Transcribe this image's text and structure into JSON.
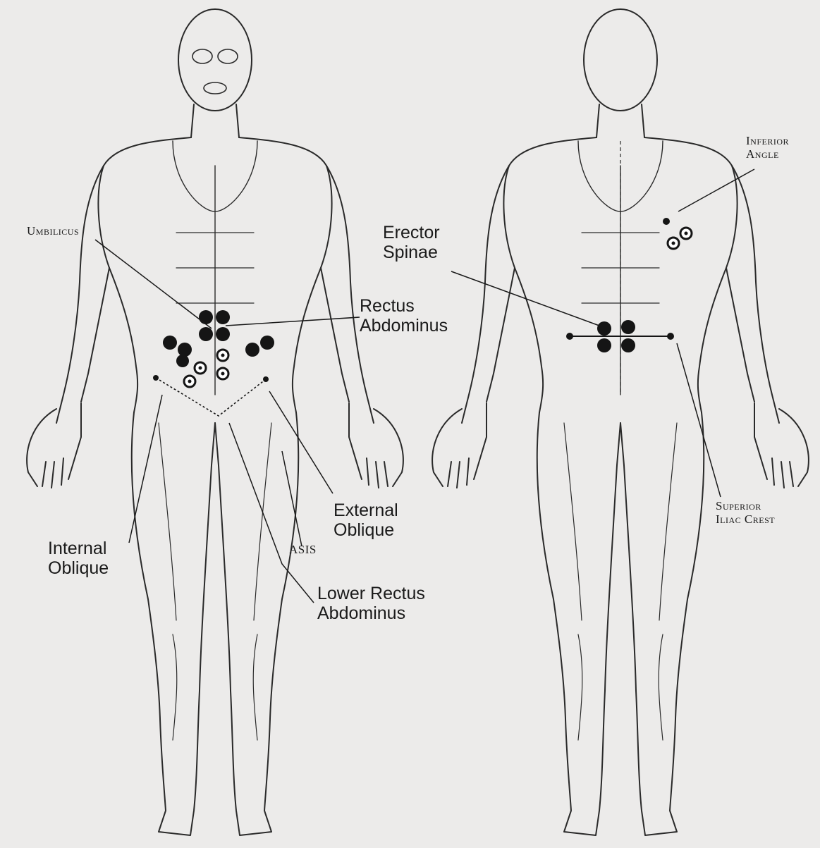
{
  "labels": {
    "umbilicus": "Umbilicus",
    "rectus": [
      "Rectus",
      "Abdominus"
    ],
    "erector": [
      "Erector",
      "Spinae"
    ],
    "inferior_angle": [
      "Inferior",
      "Angle"
    ],
    "external_oblique": [
      "External",
      "Oblique"
    ],
    "internal_oblique": [
      "Internal",
      "Oblique"
    ],
    "asis": "ASIS",
    "lower_rectus": [
      "Lower Rectus",
      "Abdominus"
    ],
    "superior_iliac": [
      "Superior",
      "Iliac Crest"
    ]
  },
  "colors": {
    "background": "#ecebea",
    "line": "#2a2a2a",
    "electrode": "#151515"
  },
  "figures": [
    "front-view",
    "back-view"
  ]
}
